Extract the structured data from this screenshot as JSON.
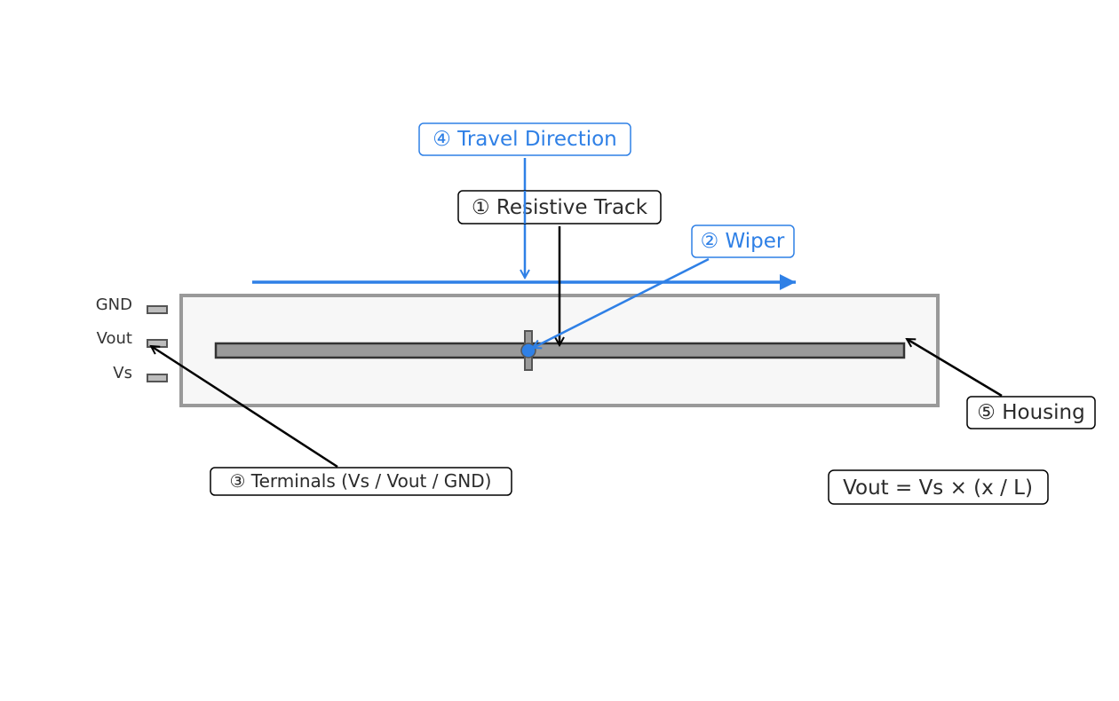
{
  "diagram": {
    "title": "Linear potentiometer (slide potentiometer)",
    "colors": {
      "accent": "#2f80e6",
      "ink": "#2b2b2b",
      "housing_fill": "#f7f7f7",
      "housing_stroke": "#999999",
      "track_fill": "#9a9a9a",
      "track_stroke": "#333333",
      "terminal_fill": "#bdbdbd",
      "terminal_stroke": "#555555"
    },
    "callouts": {
      "resistive_track": "① Resistive Track",
      "wiper": "② Wiper",
      "terminals": "③ Terminals (Vs / Vout / GND)",
      "travel_direction": "④ Travel Direction",
      "housing": "⑤ Housing"
    },
    "terminal_labels": {
      "gnd": "GND",
      "vout": "Vout",
      "vs": "Vs"
    },
    "formula": "Vout = Vs × (x / L)"
  }
}
